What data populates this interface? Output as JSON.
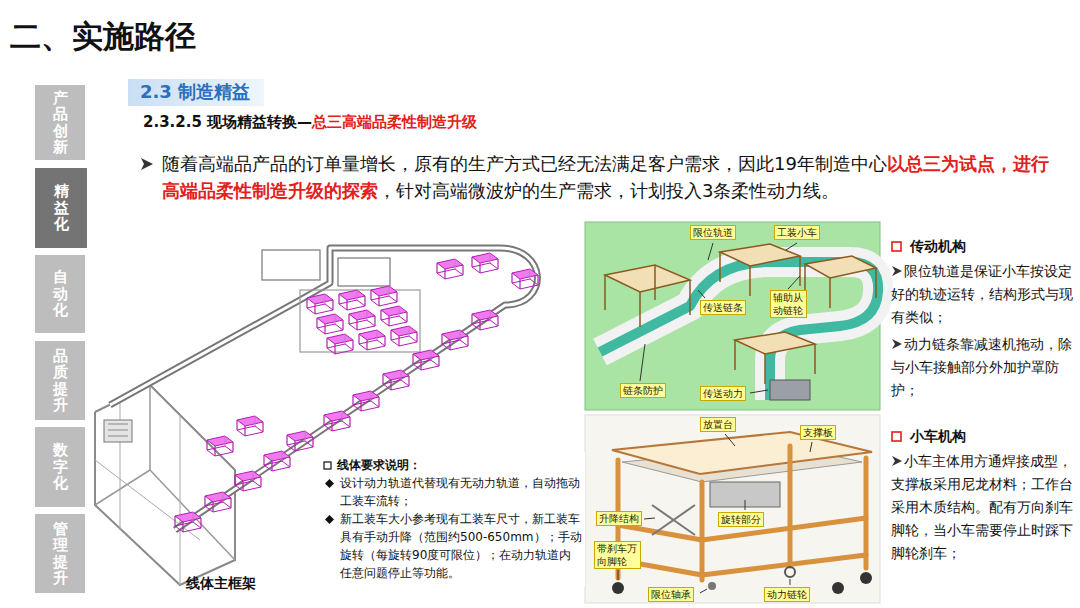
{
  "diagram": {
    "title": "二、实施路径",
    "nodes": [
      {
        "text": [
          "产品创新"
        ]
      },
      {
        "text": [
          "精益化"
        ]
      },
      {
        "text": [
          "自动化"
        ]
      },
      {
        "text": [
          "品质提升"
        ]
      },
      {
        "text": [
          "数字化"
        ]
      },
      {
        "text": [
          "管理提升"
        ]
      },
      {
        "text": [
          "2.3 制造精益"
        ]
      },
      {
        "text": [
          "线体要求说明：",
          "设计动力轨道代替现有无动力轨道，自动拖动工装车流转；",
          "新工装车大小参考现有工装车尺寸，新工装车具有手动升降（范围约500-650mm）；手动旋转（每旋转90度可限位）；在动力轨道内任意问题停止等功能。"
        ]
      },
      {
        "text": [
          "限位轨道"
        ]
      },
      {
        "text": [
          "工装小车"
        ]
      },
      {
        "text": [
          "传送链条"
        ]
      },
      {
        "text": [
          "辅助从动链轮"
        ]
      },
      {
        "text": [
          "链条防护"
        ]
      },
      {
        "text": [
          "传送动力"
        ]
      },
      {
        "text": [
          "放置台"
        ]
      },
      {
        "text": [
          "支撑板"
        ]
      },
      {
        "text": [
          "旋转部分"
        ]
      },
      {
        "text": [
          "升降结构"
        ]
      },
      {
        "text": [
          "带刹车万向脚轮"
        ]
      },
      {
        "text": [
          "限位轴承"
        ]
      },
      {
        "text": [
          "动力链轮"
        ]
      }
    ],
    "labels": [
      "2.3.2.5 现场精益转换—",
      "总三高端品柔性制造升级",
      "随着高端品产品的订单量增长，原有的生产方式已经无法满足客户需求，因此19年制造中心",
      "以总三为试点，进行高端品柔性制造升级的探索",
      "，针对高端微波炉的生产需求，计划投入3条柔性动力线。",
      "线体主框架",
      "传动机构",
      "限位轨道是保证小车按设定好的轨迹运转，结构形式与现有类似；",
      "动力链条靠减速机拖动，除与小车接触部分外加护罩防护；",
      "小车机构",
      "小车主体用方通焊接成型，支撑板采用尼龙材料；工作台采用木质结构。配有万向刹车脚轮，当小车需要停止时踩下脚轮刹车；"
    ]
  }
}
